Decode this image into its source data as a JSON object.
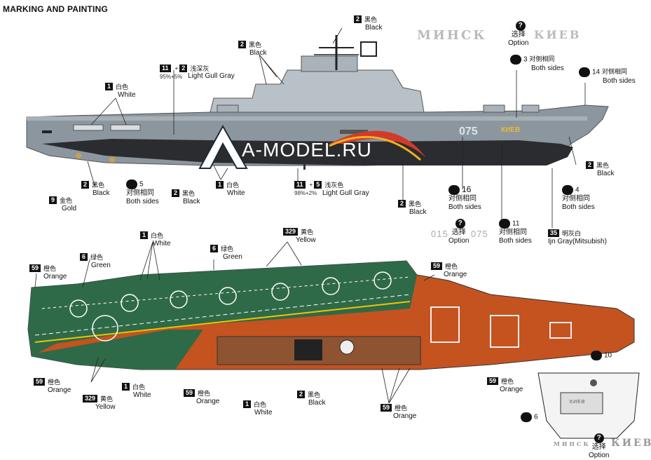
{
  "title": "MARKING AND PAINTING",
  "watermark": "A-MODEL.RU",
  "hull_number": "075",
  "ship_name_hull": "КИЕВ",
  "names": {
    "minsk": "МИНСК",
    "kiev": "КИЕВ"
  },
  "option_numbers": {
    "a": "015",
    "b": "075"
  },
  "labels": {
    "black": "Black",
    "black_cn": "黑色",
    "white": "White",
    "white_cn": "白色",
    "green": "Green",
    "green_cn": "绿色",
    "yellow": "Yellow",
    "yellow_cn": "黄色",
    "orange": "Orange",
    "orange_cn": "橙色",
    "gold": "Gold",
    "gold_cn": "金色",
    "option": "Option",
    "option_cn": "选择",
    "both_sides": "Both sides",
    "both_sides_cn": "对侧相同",
    "light_gull_gray": "Light Gull Gray",
    "dark_gray_cn": "浅深灰",
    "light_gray_cn": "浅灰色",
    "ijn_gray": "Ijn Gray(Mitsubish)",
    "ijn_gray_cn": "明灰白",
    "mix1": "95%+5%",
    "mix2": "98%+2%"
  },
  "nums": {
    "n1": "1",
    "n2": "2",
    "n5": "5",
    "n6": "6",
    "n9": "9",
    "n11": "11",
    "n35": "35",
    "n59": "59",
    "n329": "329",
    "d3": "3",
    "d4": "4",
    "d5": "5",
    "d6": "6",
    "d10": "10",
    "d11": "11",
    "d14": "14",
    "d16": "16",
    "q": "?",
    "plus": "+"
  },
  "colors": {
    "hull_gray": "#8c969e",
    "hull_lower": "#2a2c2f",
    "deck_green": "#2f6a48",
    "deck_orange": "#c4531f",
    "island": "#b9c1c8"
  }
}
